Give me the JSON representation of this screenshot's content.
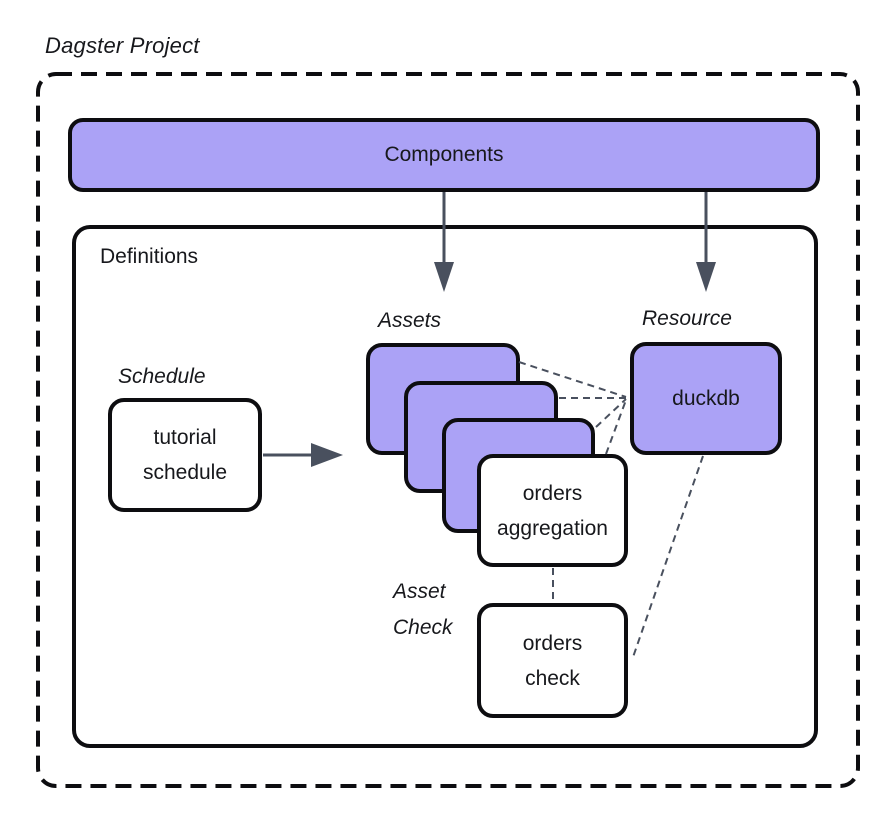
{
  "diagram": {
    "title": "Dagster Project",
    "components_label": "Components",
    "definitions_label": "Definitions",
    "labels": {
      "assets": "Assets",
      "resource": "Resource",
      "schedule": "Schedule",
      "asset_check": "Asset\nCheck"
    },
    "nodes": {
      "tutorial_schedule": {
        "line1": "tutorial",
        "line2": "schedule"
      },
      "orders_aggregation": {
        "line1": "orders",
        "line2": "aggregation"
      },
      "orders_check": {
        "line1": "orders",
        "line2": "check"
      },
      "duckdb": {
        "line1": "duckdb"
      }
    },
    "colors": {
      "accent_purple": "#aba2f6",
      "stroke_black": "#0d0d10",
      "connector_gray": "#49505e"
    }
  }
}
